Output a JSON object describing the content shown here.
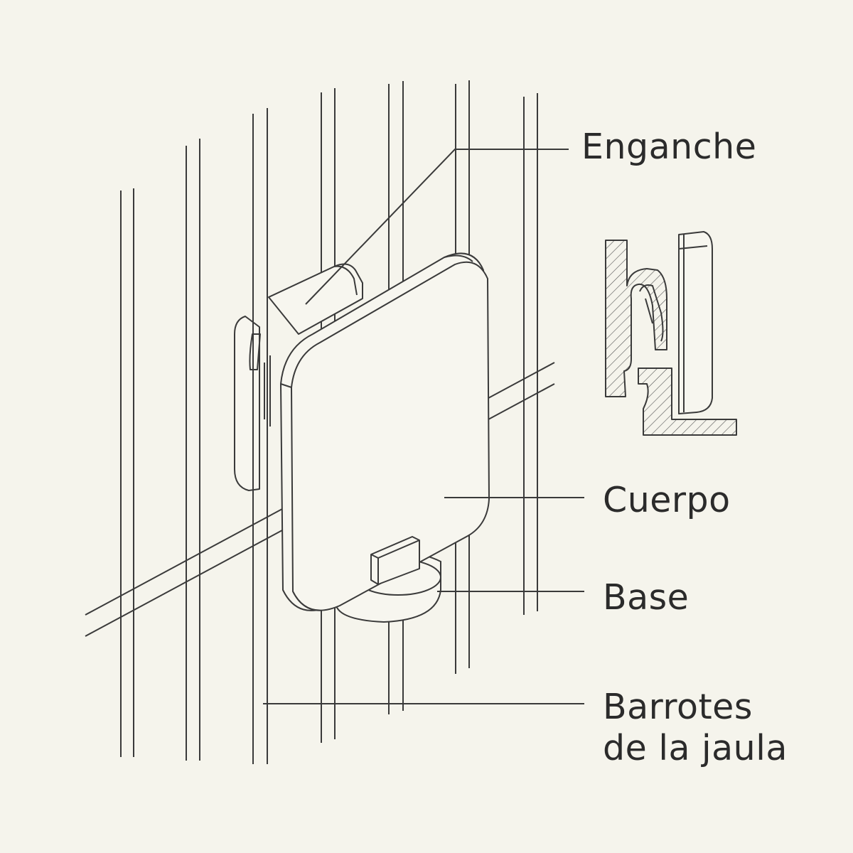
{
  "labels": {
    "hook": "Enganche",
    "body": "Cuerpo",
    "base": "Base",
    "bars_line1": "Barrotes",
    "bars_line2": "de la jaula"
  },
  "colors": {
    "background": "#f5f4ec",
    "line": "#3a3a3a",
    "fill": "#f7f6ef"
  }
}
